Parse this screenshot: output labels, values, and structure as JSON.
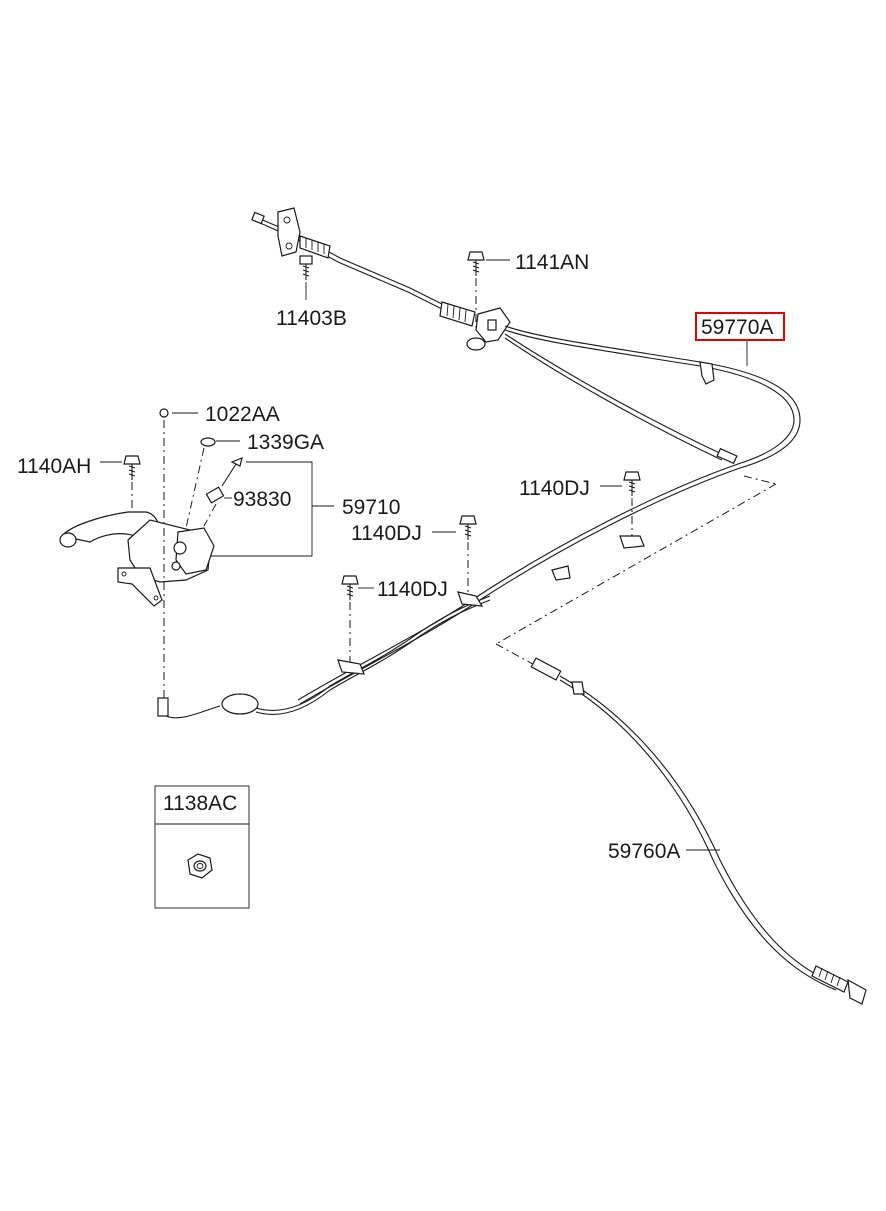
{
  "labels": {
    "p11403B": "11403B",
    "p1141AN": "1141AN",
    "p59770A": "59770A",
    "p1022AA": "1022AA",
    "p1339GA": "1339GA",
    "p1140AH": "1140AH",
    "p93830": "93830",
    "p59710": "59710",
    "p1140DJ_a": "1140DJ",
    "p1140DJ_b": "1140DJ",
    "p1140DJ_c": "1140DJ",
    "p1138AC": "1138AC",
    "p59760A": "59760A"
  },
  "highlight_color": "#e00000"
}
